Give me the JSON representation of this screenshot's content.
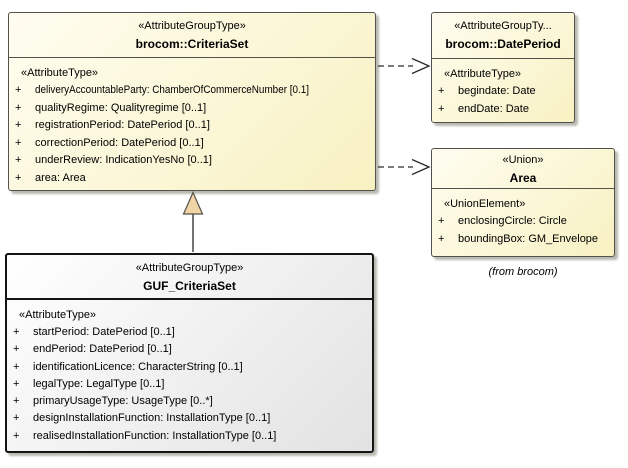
{
  "diagram_type": "uml-class-diagram",
  "colors": {
    "box_fill_start": "#fffdf0",
    "box_fill_end": "#f8f1c2",
    "box_border": "#53524a",
    "guf_fill_start": "#ffffff",
    "guf_fill_end": "#e2e2e2",
    "guf_border": "#141414",
    "shadow": "#b9b9b1",
    "triangle_fill": "#f1d4a5",
    "line_color": "#2a2a2a",
    "text_color": "#000000",
    "background": "#ffffff"
  },
  "boxes": {
    "criteria_set": {
      "stereotype": "«AttributeGroupType»",
      "name": "brocom::CriteriaSet",
      "section_label": "«AttributeType»",
      "attributes": [
        {
          "vis": "+",
          "label": "deliveryAccountableParty: ChamberOfCommerceNumber [0.1]",
          "condensed": true
        },
        {
          "vis": "+",
          "label": "qualityRegime: Qualityregime [0..1]"
        },
        {
          "vis": "+",
          "label": "registrationPeriod: DatePeriod [0..1]"
        },
        {
          "vis": "+",
          "label": "correctionPeriod: DatePeriod [0..1]"
        },
        {
          "vis": "+",
          "label": "underReview: IndicationYesNo [0..1]"
        },
        {
          "vis": "+",
          "label": "area: Area"
        }
      ]
    },
    "date_period": {
      "stereotype": "«AttributeGroupTy...",
      "name": "brocom::DatePeriod",
      "section_label": "«AttributeType»",
      "attributes": [
        {
          "vis": "+",
          "label": "begindate: Date"
        },
        {
          "vis": "+",
          "label": "endDate: Date"
        }
      ]
    },
    "area": {
      "stereotype": "«Union»",
      "name": "Area",
      "section_label": "«UnionElement»",
      "attributes": [
        {
          "vis": "+",
          "label": "enclosingCircle: Circle"
        },
        {
          "vis": "+",
          "label": "boundingBox: GM_Envelope"
        }
      ]
    },
    "guf_criteria_set": {
      "stereotype": "«AttributeGroupType»",
      "name": "GUF_CriteriaSet",
      "section_label": "«AttributeType»",
      "attributes": [
        {
          "vis": "+",
          "label": "startPeriod: DatePeriod [0..1]"
        },
        {
          "vis": "+",
          "label": "endPeriod: DatePeriod [0..1]"
        },
        {
          "vis": "+",
          "label": "identificationLicence: CharacterString [0..1]"
        },
        {
          "vis": "+",
          "label": "legalType: LegalType [0..1]"
        },
        {
          "vis": "+",
          "label": "primaryUsageType: UsageType [0..*]"
        },
        {
          "vis": "+",
          "label": "designInstallationFunction: InstallationType [0..1]"
        },
        {
          "vis": "+",
          "label": "realisedInstallationFunction: InstallationType [0..1]"
        }
      ]
    }
  },
  "note": {
    "text": "(from brocom)"
  }
}
